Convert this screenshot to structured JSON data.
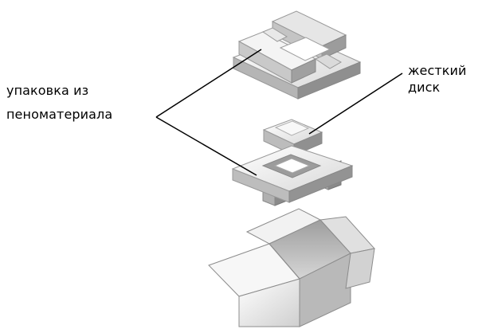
{
  "labels": {
    "foam_line1": "упаковка из",
    "foam_line2": "пеноматериала",
    "hdd_line1": "жесткий",
    "hdd_line2": "диск"
  },
  "colors": {
    "background": "#ffffff",
    "leader_line": "#000000",
    "foam_top": "#f2f2f2",
    "foam_side": "#bdbdbd",
    "foam_dark": "#8f8f8f",
    "box_light": "#ffffff",
    "box_mid": "#d9d9d9",
    "box_dark": "#a6a6a6",
    "outline": "#8c8c8c"
  }
}
